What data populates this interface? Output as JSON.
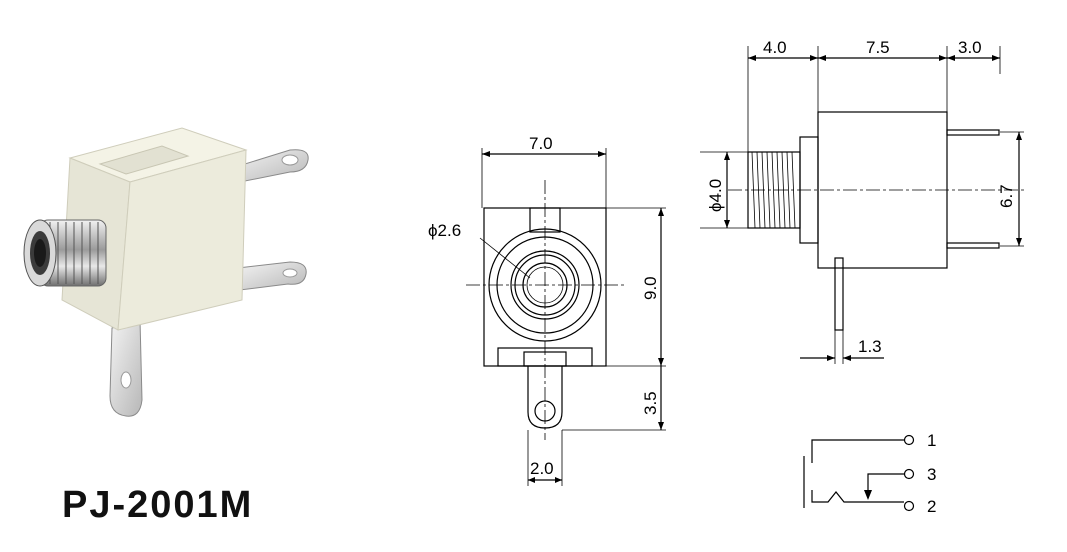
{
  "product": {
    "model": "PJ-2001M"
  },
  "front_view": {
    "width_label": "7.0",
    "hole_label": "ϕ2.6",
    "height_label": "9.0",
    "lug_height_label": "3.5",
    "lug_width_label": "2.0"
  },
  "side_view": {
    "dim_a_label": "4.0",
    "dim_b_label": "7.5",
    "dim_c_label": "3.0",
    "thread_label": "ϕ4.0",
    "pin_spacing_label": "6.7",
    "pin_offset_label": "1.3"
  },
  "schematic": {
    "pin_1": "1",
    "pin_2": "2",
    "pin_3": "3"
  },
  "colors": {
    "body": "#ecebdc",
    "metal": "#c9c9c9",
    "line": "#000000"
  }
}
